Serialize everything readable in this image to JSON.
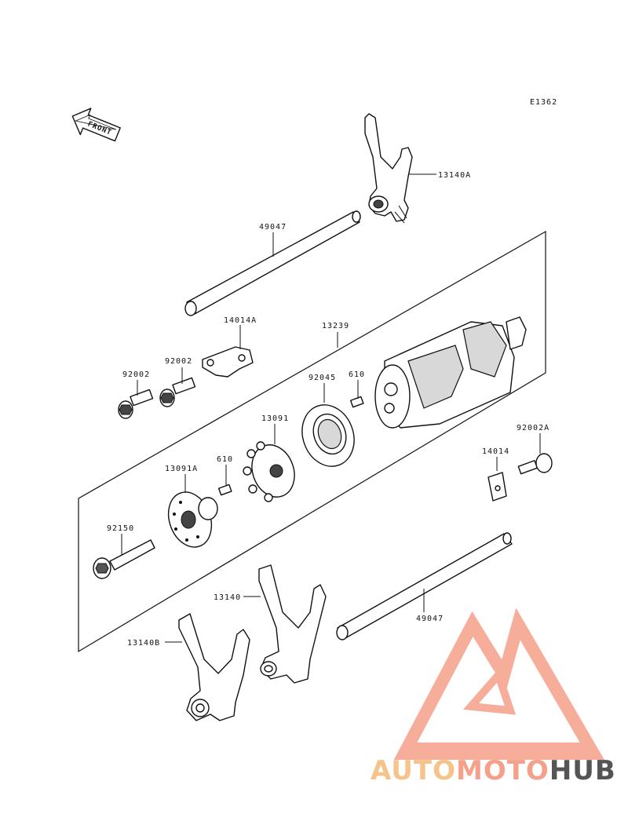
{
  "diagram": {
    "ref_code": "E1362",
    "front_label": "FRONT",
    "labels": {
      "fork_13140A": "13140A",
      "shaft_top": "49047",
      "plate_14014A": "14014A",
      "drum_13239": "13239",
      "bolt_92002_a": "92002",
      "bolt_92002_b": "92002",
      "bearing_92045": "92045",
      "pin_610_top": "610",
      "holder_13091": "13091",
      "bolt_92002A": "92002A",
      "plate_14014": "14014",
      "cam_13091A": "13091A",
      "pin_610_mid": "610",
      "bolt_92150": "92150",
      "fork_13140": "13140",
      "shaft_bottom": "49047",
      "fork_13140B": "13140B"
    }
  },
  "watermark": {
    "part1": "AUTO",
    "part2": "MOTO",
    "part3": "HUB",
    "color_primary": "#f5a08a",
    "color_secondary": "#f6c48a",
    "color_dark": "#555555"
  }
}
